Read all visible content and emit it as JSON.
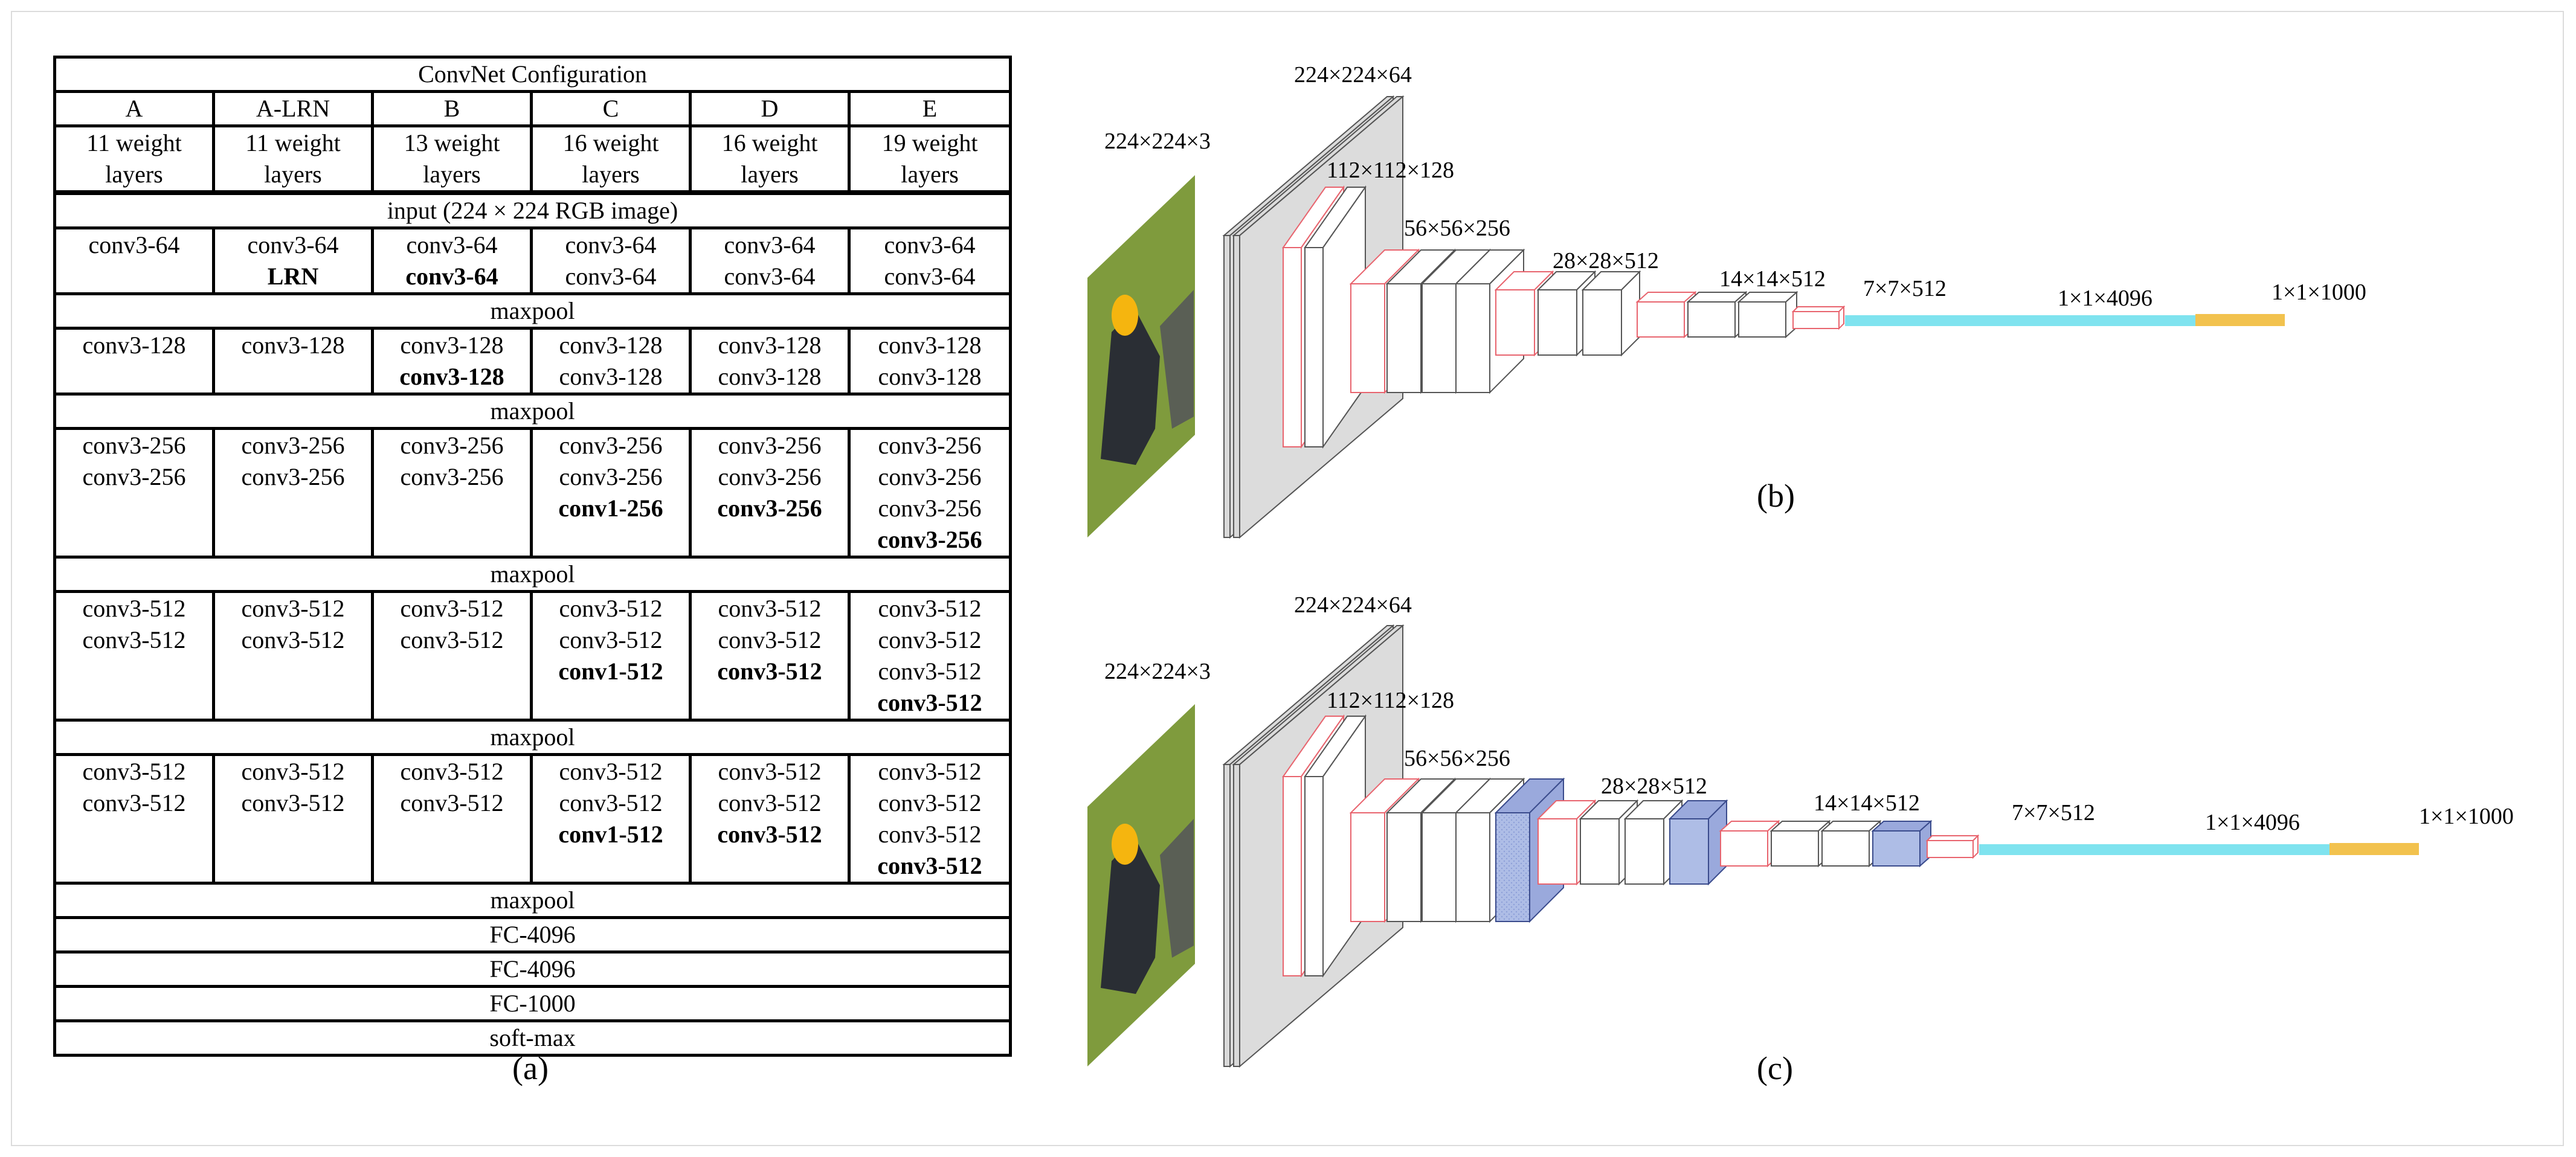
{
  "table": {
    "title": "ConvNet Configuration",
    "columns": [
      {
        "id": "A",
        "layers": [
          "11 weight",
          "layers"
        ]
      },
      {
        "id": "A-LRN",
        "layers": [
          "11 weight",
          "layers"
        ]
      },
      {
        "id": "B",
        "layers": [
          "13 weight",
          "layers"
        ]
      },
      {
        "id": "C",
        "layers": [
          "16 weight",
          "layers"
        ]
      },
      {
        "id": "D",
        "layers": [
          "16 weight",
          "layers"
        ]
      },
      {
        "id": "E",
        "layers": [
          "19 weight",
          "layers"
        ]
      }
    ],
    "input_row": "input (224 × 224 RGB image)",
    "blocks": [
      {
        "cells": [
          [
            {
              "t": "conv3-64"
            }
          ],
          [
            {
              "t": "conv3-64"
            },
            {
              "t": "LRN",
              "b": true
            }
          ],
          [
            {
              "t": "conv3-64"
            },
            {
              "t": "conv3-64",
              "b": true
            }
          ],
          [
            {
              "t": "conv3-64"
            },
            {
              "t": "conv3-64"
            }
          ],
          [
            {
              "t": "conv3-64"
            },
            {
              "t": "conv3-64"
            }
          ],
          [
            {
              "t": "conv3-64"
            },
            {
              "t": "conv3-64"
            }
          ]
        ]
      },
      {
        "cells": [
          [
            {
              "t": "conv3-128"
            }
          ],
          [
            {
              "t": "conv3-128"
            }
          ],
          [
            {
              "t": "conv3-128"
            },
            {
              "t": "conv3-128",
              "b": true
            }
          ],
          [
            {
              "t": "conv3-128"
            },
            {
              "t": "conv3-128"
            }
          ],
          [
            {
              "t": "conv3-128"
            },
            {
              "t": "conv3-128"
            }
          ],
          [
            {
              "t": "conv3-128"
            },
            {
              "t": "conv3-128"
            }
          ]
        ]
      },
      {
        "cells": [
          [
            {
              "t": "conv3-256"
            },
            {
              "t": "conv3-256"
            }
          ],
          [
            {
              "t": "conv3-256"
            },
            {
              "t": "conv3-256"
            }
          ],
          [
            {
              "t": "conv3-256"
            },
            {
              "t": "conv3-256"
            }
          ],
          [
            {
              "t": "conv3-256"
            },
            {
              "t": "conv3-256"
            },
            {
              "t": "conv1-256",
              "b": true
            }
          ],
          [
            {
              "t": "conv3-256"
            },
            {
              "t": "conv3-256"
            },
            {
              "t": "conv3-256",
              "b": true
            }
          ],
          [
            {
              "t": "conv3-256"
            },
            {
              "t": "conv3-256"
            },
            {
              "t": "conv3-256"
            },
            {
              "t": "conv3-256",
              "b": true
            }
          ]
        ]
      },
      {
        "cells": [
          [
            {
              "t": "conv3-512"
            },
            {
              "t": "conv3-512"
            }
          ],
          [
            {
              "t": "conv3-512"
            },
            {
              "t": "conv3-512"
            }
          ],
          [
            {
              "t": "conv3-512"
            },
            {
              "t": "conv3-512"
            }
          ],
          [
            {
              "t": "conv3-512"
            },
            {
              "t": "conv3-512"
            },
            {
              "t": "conv1-512",
              "b": true
            }
          ],
          [
            {
              "t": "conv3-512"
            },
            {
              "t": "conv3-512"
            },
            {
              "t": "conv3-512",
              "b": true
            }
          ],
          [
            {
              "t": "conv3-512"
            },
            {
              "t": "conv3-512"
            },
            {
              "t": "conv3-512"
            },
            {
              "t": "conv3-512",
              "b": true
            }
          ]
        ]
      },
      {
        "cells": [
          [
            {
              "t": "conv3-512"
            },
            {
              "t": "conv3-512"
            }
          ],
          [
            {
              "t": "conv3-512"
            },
            {
              "t": "conv3-512"
            }
          ],
          [
            {
              "t": "conv3-512"
            },
            {
              "t": "conv3-512"
            }
          ],
          [
            {
              "t": "conv3-512"
            },
            {
              "t": "conv3-512"
            },
            {
              "t": "conv1-512",
              "b": true
            }
          ],
          [
            {
              "t": "conv3-512"
            },
            {
              "t": "conv3-512"
            },
            {
              "t": "conv3-512",
              "b": true
            }
          ],
          [
            {
              "t": "conv3-512"
            },
            {
              "t": "conv3-512"
            },
            {
              "t": "conv3-512"
            },
            {
              "t": "conv3-512",
              "b": true
            }
          ]
        ]
      }
    ],
    "pool_label": "maxpool",
    "tail_rows": [
      "FC-4096",
      "FC-4096",
      "FC-1000",
      "soft-max"
    ]
  },
  "captions": {
    "a": "(a)",
    "b": "(b)",
    "c": "(c)"
  },
  "diagram_b": {
    "labels": [
      "224×224×3",
      "224×224×64",
      "112×112×128",
      "56×56×256",
      "28×28×512",
      "14×14×512",
      "7×7×512",
      "1×1×4096",
      "1×1×1000"
    ]
  },
  "diagram_c": {
    "labels": [
      "224×224×3",
      "224×224×64",
      "112×112×128",
      "56×56×256",
      "28×28×512",
      "14×14×512",
      "7×7×512",
      "1×1×4096",
      "1×1×1000"
    ]
  },
  "colors": {
    "conv_face": "#ffffff",
    "conv_edge": "#555555",
    "relu_edge": "#e8646e",
    "input_layer_fill": "#d9d9d9",
    "pool_fill": "#aebde6",
    "pool_edge": "#3a4b8c",
    "fc_bar": "#7fe3ef",
    "softmax_bar": "#f2c24e",
    "photo_green": "#7f9b3d",
    "bird_dark": "#2a2e34",
    "bird_yellow": "#f5b50f"
  }
}
